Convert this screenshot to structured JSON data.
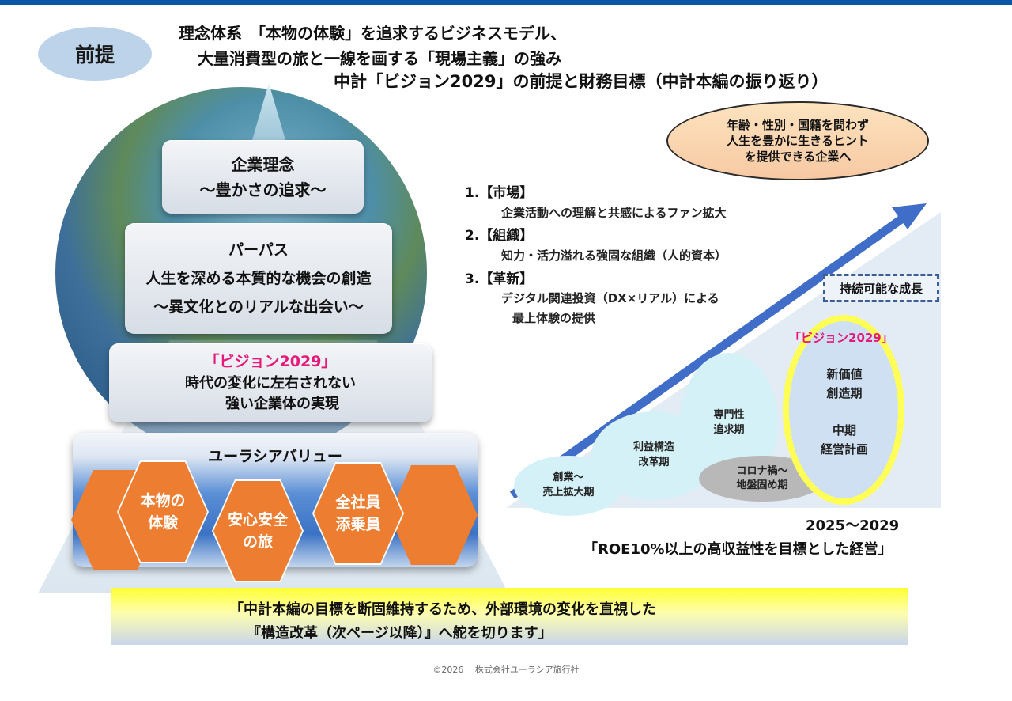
{
  "badge": "前提",
  "heading": {
    "line1": "理念体系　「本物の体験」を追求するビジネスモデル、",
    "line2": "大量消費型の旅と一線を画する「現場主義」の強み",
    "line3": "中計「ビジョン2029」の前提と財務目標（中計本編の振り返り）"
  },
  "target_oval": {
    "line1": "年齢・性別・国籍を問わず",
    "line2": "人生を豊かに生きるヒント",
    "line3": "を提供できる企業へ"
  },
  "pyramid": {
    "philosophy": {
      "title": "企業理念",
      "sub": "～豊かさの追求～"
    },
    "purpose": {
      "title": "パーパス",
      "line1": "人生を深める本質的な機会の創造",
      "line2": "～異文化とのリアルな出会い～"
    },
    "vision": {
      "title": "「ビジョン2029」",
      "line1": "時代の変化に左右されない",
      "line2": "強い企業体の実現"
    },
    "values": {
      "title": "ユーラシアバリュー"
    }
  },
  "hexagons": {
    "h1": "本物の\n体験",
    "h2": "安心安全\nの旅",
    "h3": "全社員\n添乗員"
  },
  "pillars": [
    {
      "head": "1.【市場】",
      "desc": "企業活動への理解と共感によるファン拡大"
    },
    {
      "head": "2.【組織】",
      "desc": "知力・活力溢れる強固な組織（人的資本）"
    },
    {
      "head": "3.【革新】",
      "desc": "デジタル関連投資（DX×リアル）による",
      "desc2": "最上体験の提供"
    }
  ],
  "growth": {
    "sustain": "持続可能な成長",
    "stages": [
      "創業～\n売上拡大期",
      "利益構造\n改革期",
      "専門性\n追求期"
    ],
    "corona": "コロナ禍～\n地盤固め期",
    "vision_label": "「ビジョン2029」",
    "vision_line1": "新価値",
    "vision_line2": "創造期",
    "vision_line3": "中期",
    "vision_line4": "経営計画",
    "years": "2025～2029",
    "roe": "「ROE10%以上の高収益性を目標とした経営」"
  },
  "banner": {
    "line1": "「中計本編の目標を断固維持するため、外部環境の変化を直視した",
    "line2": "『構造改革（次ページ以降）』へ舵を切ります」"
  },
  "footer": "©2026　 株式会社ユーラシア旅行社",
  "colors": {
    "accent": "#0b56a5",
    "vision_pink": "#e4197a",
    "hex_orange": "#ed7d31",
    "highlight_yellow": "#ffff55"
  }
}
